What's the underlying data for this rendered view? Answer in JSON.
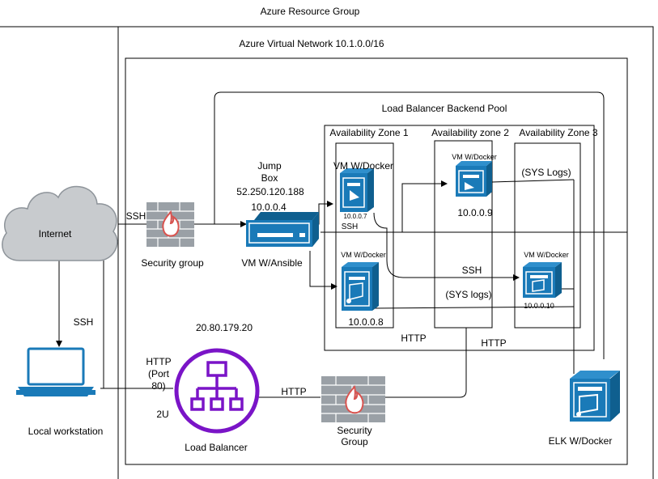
{
  "containers": {
    "resource_group": "Azure Resource Group",
    "virtual_network": "Azure Virtual Network 10.1.0.0/16",
    "backend_pool": "Load Balancer Backend Pool",
    "zone1": "Availability Zone 1",
    "zone2": "Availability zone 2",
    "zone3": "Availability Zone 3"
  },
  "internet": {
    "label": "Internet"
  },
  "workstation": {
    "label": "Local workstation"
  },
  "security_group_top": {
    "label": "Security group"
  },
  "jump_box": {
    "title_line1": "Jump",
    "title_line2": "Box",
    "public_ip": "52.250.120.188",
    "private_ip": "10.0.0.4",
    "label": "VM W/Ansible"
  },
  "vm1": {
    "label": "VM W/Docker",
    "ip": "10.0.0.7"
  },
  "vm2": {
    "label": "VM W/Docker",
    "ip": "10.0.0.8"
  },
  "vm3": {
    "label": "VM W/Docker",
    "ip": "10.0.0.9"
  },
  "vm4": {
    "label": "VM W/Docker",
    "ip": "10.0.0.10"
  },
  "elk": {
    "label": "ELK W/Docker"
  },
  "load_balancer": {
    "public_ip": "20.80.179.20",
    "label": "Load Balancer",
    "http_label": "HTTP",
    "port_label": "(Port",
    "port_number": "80)",
    "note": "2U"
  },
  "security_group_bottom": {
    "line1": "Security",
    "line2": "Group"
  },
  "connections": {
    "ssh_internet_workstation": "SSH",
    "ssh_internet_jump": "SSH",
    "ssh_vm1": "SSH",
    "ssh_middle": "SSH",
    "sys_logs_upper": "(SYS Logs)",
    "sys_logs_lower": "(SYS logs)",
    "http_lb_sg": "HTTP",
    "http_pool_left": "HTTP",
    "http_pool_right": "HTTP"
  },
  "colors": {
    "azure_blue": "#1a7ab8",
    "azure_dark": "#0f5f8f",
    "firewall_gray": "#9aa0a6",
    "firewall_red": "#d9534f",
    "cloud_gray": "#c8cbce",
    "lb_purple": "#7a14c7"
  }
}
